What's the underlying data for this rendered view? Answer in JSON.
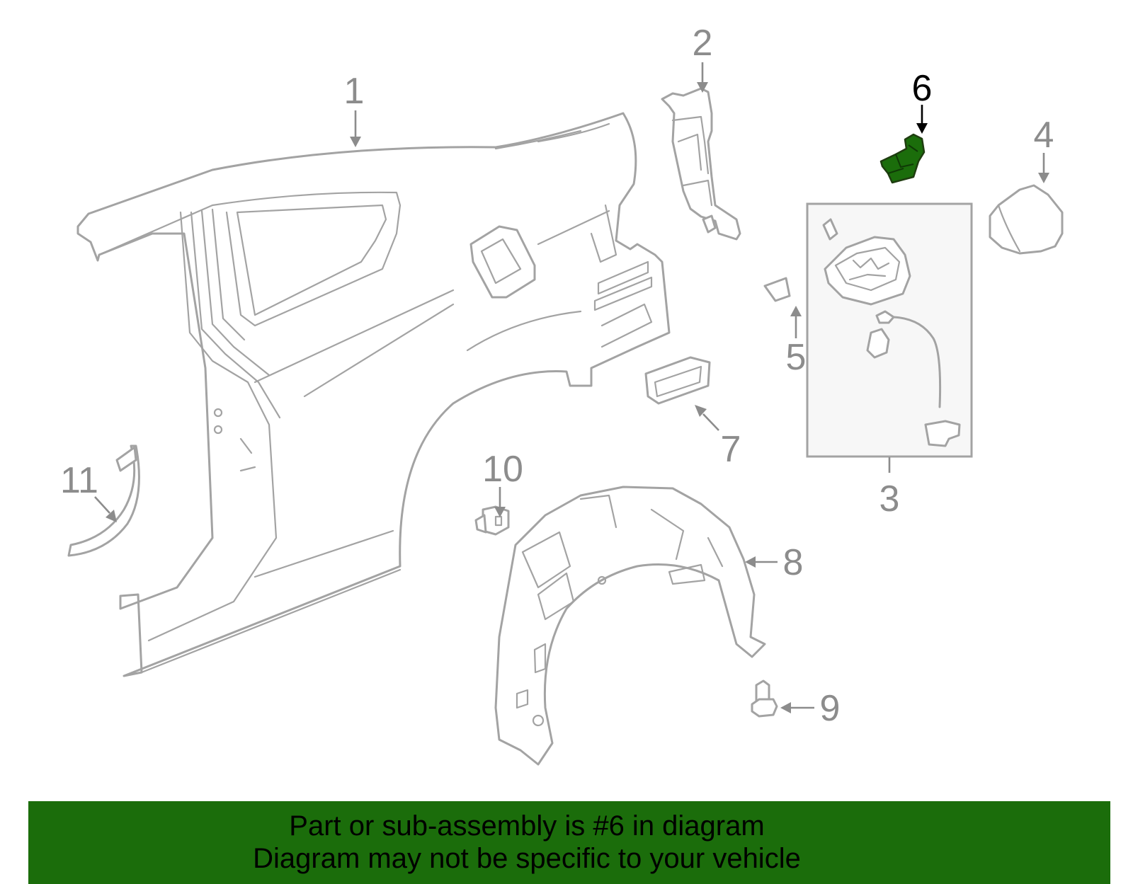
{
  "callouts": {
    "c1": "1",
    "c2": "2",
    "c3": "3",
    "c4": "4",
    "c5": "5",
    "c6": "6",
    "c7": "7",
    "c8": "8",
    "c9": "9",
    "c10": "10",
    "c11": "11"
  },
  "highlighted_part": "6",
  "colors": {
    "line_art": "#a3a3a3",
    "callout_text": "#8c8c8c",
    "highlight_fill": "#1b6d0b",
    "banner_bg": "#1b6d0b",
    "banner_text": "#000000"
  },
  "banner": {
    "line1": "Part or sub-assembly is #6 in diagram",
    "line2": "Diagram may not be specific to your vehicle"
  }
}
